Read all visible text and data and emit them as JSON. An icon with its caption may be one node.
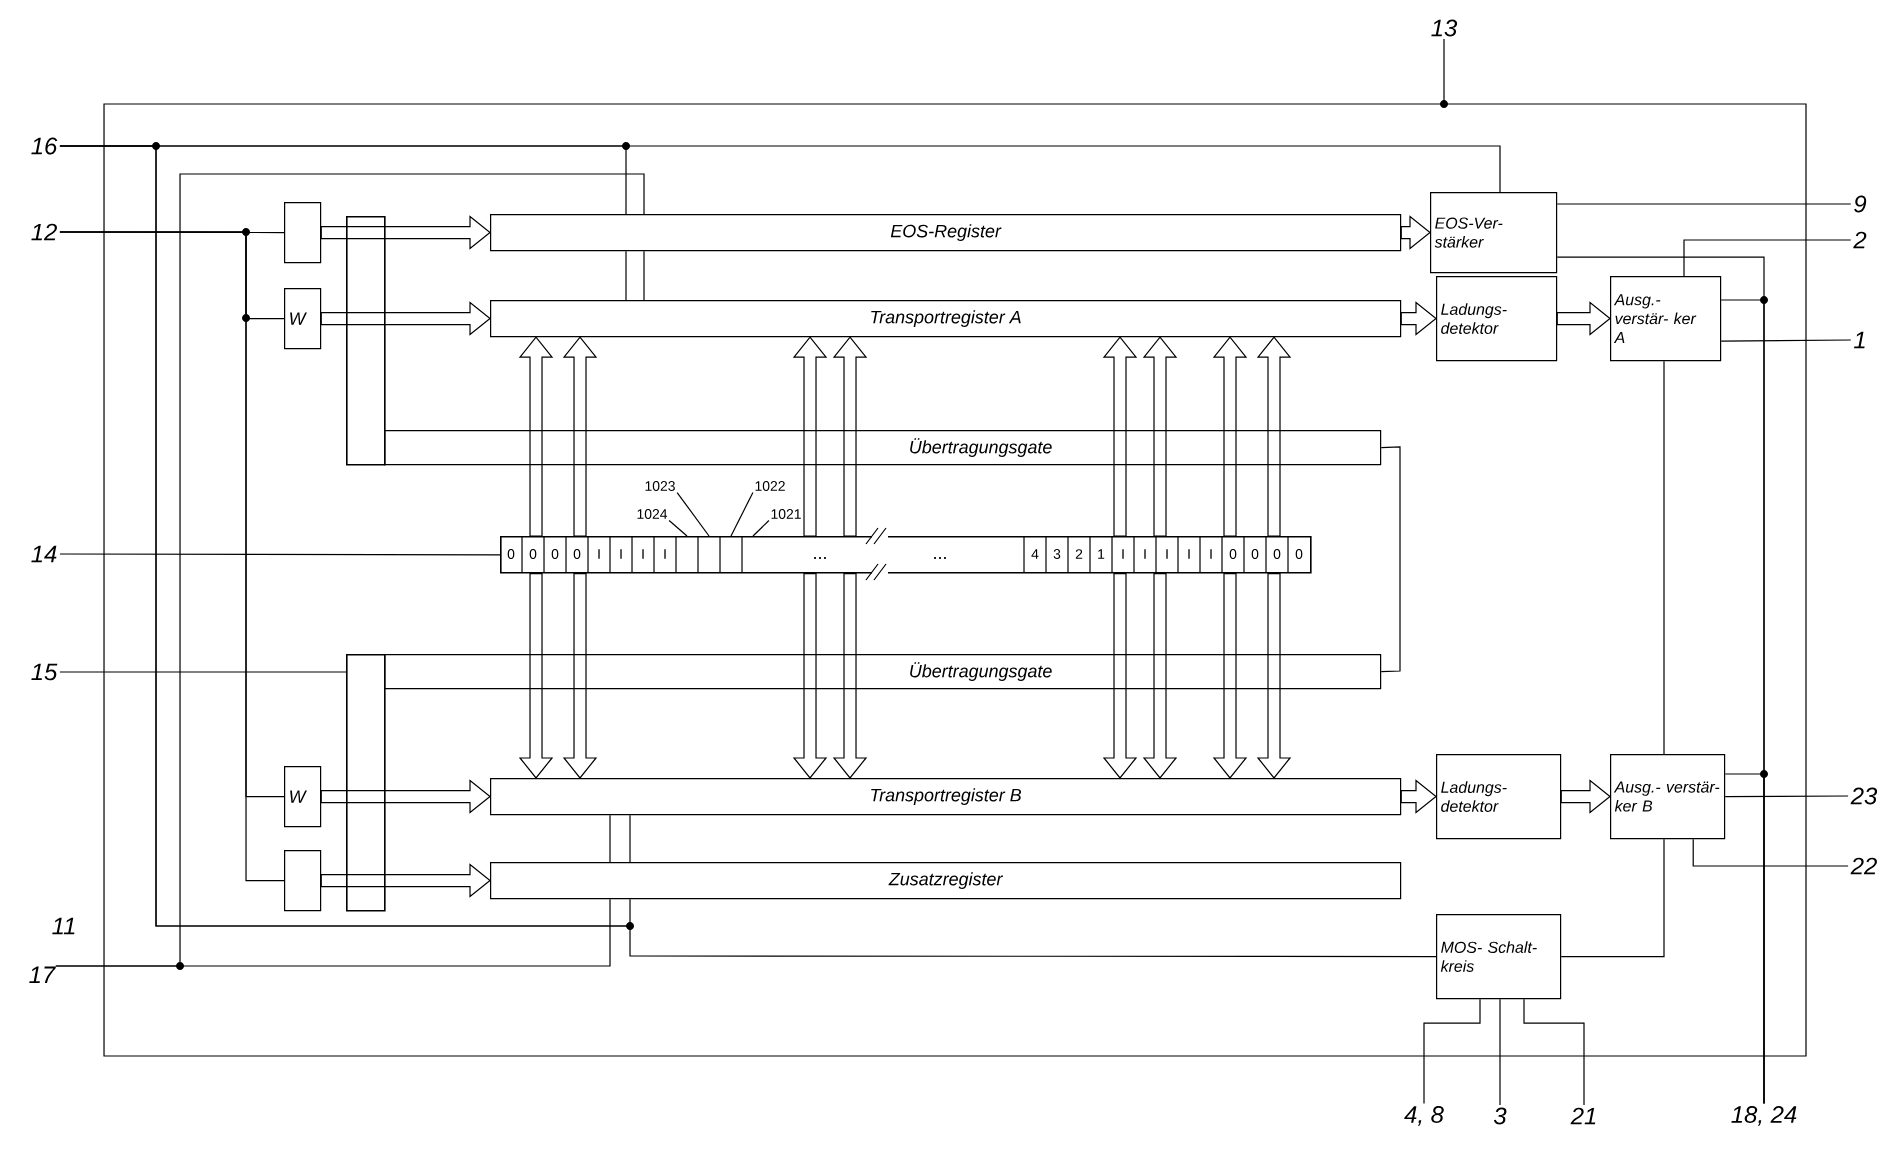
{
  "diagram": {
    "nodes": [
      {
        "text": [
          "16"
        ]
      },
      {
        "text": [
          "12"
        ]
      },
      {
        "text": [
          "14"
        ]
      },
      {
        "text": [
          "15"
        ]
      },
      {
        "text": [
          "17"
        ]
      },
      {
        "text": [
          "13"
        ]
      },
      {
        "text": [
          "9"
        ]
      },
      {
        "text": [
          "2"
        ]
      },
      {
        "text": [
          "1"
        ]
      },
      {
        "text": [
          "23"
        ]
      },
      {
        "text": [
          "22"
        ]
      },
      {
        "text": [
          "4, 8"
        ]
      },
      {
        "text": [
          "3"
        ]
      },
      {
        "text": [
          "21"
        ]
      },
      {
        "text": [
          "18, 24"
        ]
      },
      {
        "text": [],
        "shape": "box"
      },
      {
        "text": [
          "W"
        ]
      },
      {
        "text": [
          "EOS-Register"
        ]
      },
      {
        "text": [
          "Transportregister A"
        ]
      },
      {
        "text": [
          "Übertragungsgate"
        ]
      },
      {
        "text": [],
        "shape": "bar"
      },
      {
        "text": [
          "1023"
        ]
      },
      {
        "text": [
          "1024"
        ]
      },
      {
        "text": [
          "1022"
        ]
      },
      {
        "text": [
          "1021"
        ]
      },
      {
        "text": [
          "Übertragungsgate"
        ]
      },
      {
        "text": [
          "W"
        ]
      },
      {
        "text": [],
        "shape": "box"
      },
      {
        "text": [
          "Transportregister B"
        ]
      },
      {
        "text": [
          "Zusatzregister"
        ]
      },
      {
        "text": [
          "EOS-Ver- stärker"
        ]
      },
      {
        "text": [
          "Ladungs- detektor"
        ]
      },
      {
        "text": [
          "Ausg.- verstär- ker A"
        ]
      },
      {
        "text": [
          "Ladungs- detektor"
        ]
      },
      {
        "text": [
          "Ausg.- verstär- ker B"
        ]
      },
      {
        "text": [
          "MOS- Schalt- kreis"
        ]
      },
      {
        "text": [],
        "shape": "bar"
      },
      {
        "text": [],
        "shape": "bar"
      }
    ],
    "edges": [
      {
        "from": 0,
        "to": 30,
        "arrow": "none"
      },
      {
        "from": 0,
        "to": 17,
        "arrow": "none"
      },
      {
        "from": 0,
        "to": 29,
        "arrow": "none"
      },
      {
        "from": 0,
        "to": 35,
        "arrow": "none"
      },
      {
        "from": 4,
        "to": 17,
        "arrow": "none"
      },
      {
        "from": 4,
        "to": 29,
        "arrow": "none"
      },
      {
        "from": 1,
        "to": 15,
        "arrow": "none"
      },
      {
        "from": 1,
        "to": 16,
        "arrow": "none"
      },
      {
        "from": 1,
        "to": 26,
        "arrow": "none"
      },
      {
        "from": 1,
        "to": 27,
        "arrow": "none"
      },
      {
        "from": 2,
        "to": 20,
        "arrow": "none"
      },
      {
        "from": 3,
        "to": 37,
        "arrow": "none"
      },
      {
        "from": 5,
        "to": 5,
        "arrow": "none"
      },
      {
        "from": 30,
        "to": 6,
        "arrow": "none"
      },
      {
        "from": 30,
        "to": 14,
        "arrow": "none"
      },
      {
        "from": 32,
        "to": 7,
        "arrow": "none"
      },
      {
        "from": 32,
        "to": 14,
        "arrow": "none"
      },
      {
        "from": 32,
        "to": 8,
        "arrow": "none"
      },
      {
        "from": 32,
        "to": 34,
        "arrow": "none"
      },
      {
        "from": 34,
        "to": 14,
        "arrow": "none"
      },
      {
        "from": 34,
        "to": 9,
        "arrow": "none"
      },
      {
        "from": 34,
        "to": 10,
        "arrow": "none"
      },
      {
        "from": 34,
        "to": 35,
        "arrow": "none"
      },
      {
        "from": 35,
        "to": 11,
        "arrow": "none"
      },
      {
        "from": 35,
        "to": 12,
        "arrow": "none"
      },
      {
        "from": 35,
        "to": 13,
        "arrow": "none"
      },
      {
        "from": 19,
        "to": 25,
        "arrow": "none"
      },
      {
        "from": 21,
        "to": 20,
        "arrow": "none"
      },
      {
        "from": 22,
        "to": 20,
        "arrow": "none"
      },
      {
        "from": 23,
        "to": 20,
        "arrow": "none"
      },
      {
        "from": 24,
        "to": 20,
        "arrow": "none"
      },
      {
        "from": 15,
        "to": 17,
        "arrow": "to"
      },
      {
        "from": 16,
        "to": 18,
        "arrow": "to"
      },
      {
        "from": 26,
        "to": 28,
        "arrow": "to"
      },
      {
        "from": 27,
        "to": 29,
        "arrow": "to"
      },
      {
        "from": 17,
        "to": 30,
        "arrow": "to"
      },
      {
        "from": 18,
        "to": 31,
        "arrow": "to"
      },
      {
        "from": 31,
        "to": 32,
        "arrow": "to"
      },
      {
        "from": 28,
        "to": 33,
        "arrow": "to"
      },
      {
        "from": 33,
        "to": 34,
        "arrow": "to"
      },
      {
        "from": 20,
        "to": 18,
        "arrow": "to"
      },
      {
        "from": 20,
        "to": 18,
        "arrow": "to"
      },
      {
        "from": 20,
        "to": 18,
        "arrow": "to"
      },
      {
        "from": 20,
        "to": 18,
        "arrow": "to"
      },
      {
        "from": 20,
        "to": 18,
        "arrow": "to"
      },
      {
        "from": 20,
        "to": 18,
        "arrow": "to"
      },
      {
        "from": 20,
        "to": 18,
        "arrow": "to"
      },
      {
        "from": 20,
        "to": 18,
        "arrow": "to"
      },
      {
        "from": 20,
        "to": 28,
        "arrow": "to"
      },
      {
        "from": 20,
        "to": 28,
        "arrow": "to"
      },
      {
        "from": 20,
        "to": 28,
        "arrow": "to"
      },
      {
        "from": 20,
        "to": 28,
        "arrow": "to"
      },
      {
        "from": 20,
        "to": 28,
        "arrow": "to"
      },
      {
        "from": 20,
        "to": 28,
        "arrow": "to"
      },
      {
        "from": 20,
        "to": 28,
        "arrow": "to"
      },
      {
        "from": 20,
        "to": 28,
        "arrow": "to"
      },
      {
        "from": 17,
        "to": 18,
        "arrow": "none"
      },
      {
        "from": 17,
        "to": 18,
        "arrow": "none"
      },
      {
        "from": 29,
        "to": 28,
        "arrow": "none"
      },
      {
        "from": 29,
        "to": 28,
        "arrow": "none"
      }
    ],
    "labels": [
      "0",
      "0",
      "0",
      "0",
      "I",
      "I",
      "I",
      "I",
      "...",
      "...",
      "4",
      "3",
      "2",
      "1",
      "I",
      "I",
      "I",
      "I",
      "I",
      "0",
      "0",
      "0",
      "0",
      "11"
    ]
  }
}
